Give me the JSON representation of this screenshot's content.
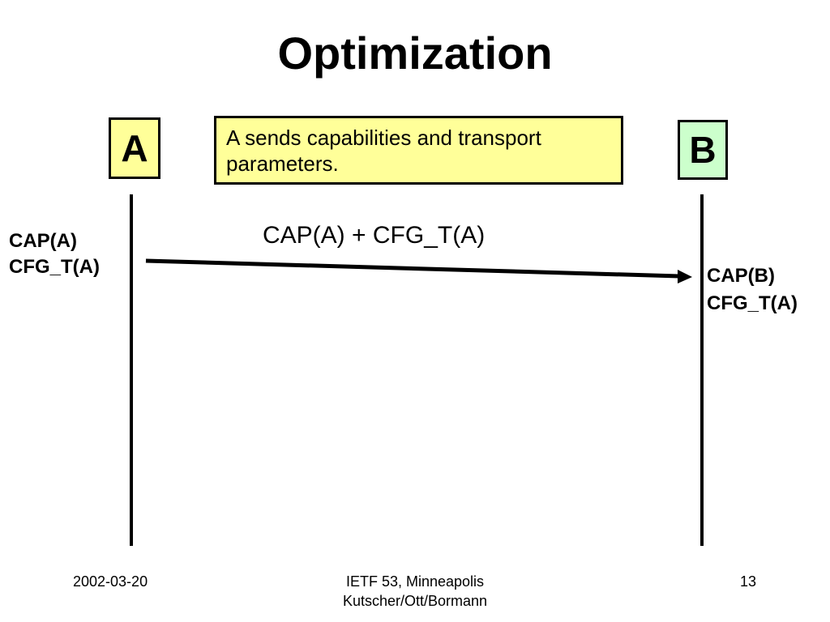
{
  "slide": {
    "title": "Optimization"
  },
  "nodes": {
    "a": {
      "label": "A",
      "color": "#ffff99"
    },
    "b": {
      "label": "B",
      "color": "#ccffcc"
    }
  },
  "note": {
    "text": "A sends capabilities and transport parameters.",
    "color": "#ffff99"
  },
  "message": {
    "label": "CAP(A) + CFG_T(A)",
    "from": "A",
    "to": "B"
  },
  "state_a": [
    "CAP(A)",
    "CFG_T(A)"
  ],
  "state_b": [
    "CAP(B)",
    "CFG_T(A)"
  ],
  "footer": {
    "date": "2002-03-20",
    "event": "IETF 53, Minneapolis",
    "authors": "Kutscher/Ott/Bormann",
    "page": "13"
  }
}
